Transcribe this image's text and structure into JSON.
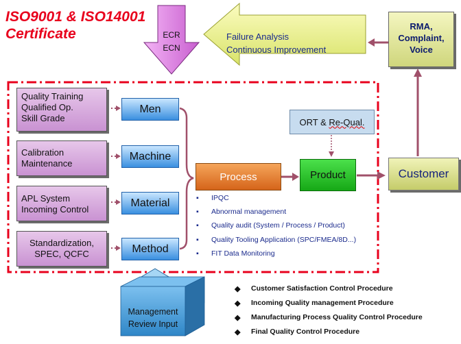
{
  "title": {
    "line1": "ISO9001 & ISO14001",
    "line2": "Certificate"
  },
  "ecr": {
    "line1": "ECR",
    "line2": "ECN"
  },
  "feedback_arrow": {
    "line1": "Failure Analysis",
    "line2": "Continuous Improvement"
  },
  "rma": {
    "line1": "RMA,",
    "line2": "Complaint,",
    "line3": "Voice"
  },
  "inputs": [
    {
      "lines": [
        "Quality Training",
        "Qualified Op.",
        "Skill Grade"
      ],
      "category": "Men"
    },
    {
      "lines": [
        "Calibration",
        "Maintenance"
      ],
      "category": "Machine"
    },
    {
      "lines": [
        "APL System",
        "Incoming Control"
      ],
      "category": "Material"
    },
    {
      "lines": [
        "Standardization,",
        "SPEC, QCFC"
      ],
      "category": "Method"
    }
  ],
  "process_label": "Process",
  "product_label": "Product",
  "ort": {
    "prefix": "ORT & ",
    "underlined": "Re-Qual."
  },
  "customer_label": "Customer",
  "controls": [
    "IPQC",
    "Abnormal management",
    "Quality audit (System / Process / Product)",
    "Quality Tooling Application (SPC/FMEA/8D...)",
    "FIT Data Monitoring"
  ],
  "management": {
    "line1": "Management",
    "line2": "Review Input"
  },
  "procedures": [
    "Customer Satisfaction Control Procedure",
    "Incoming Quality management Procedure",
    "Manufacturing Process Quality Control Procedure",
    "Final Quality Control Procedure"
  ],
  "colors": {
    "title": "#e8001c",
    "frame": "#e8001c",
    "connector": "#a0506a",
    "text_blue": "#1a2a8c"
  }
}
